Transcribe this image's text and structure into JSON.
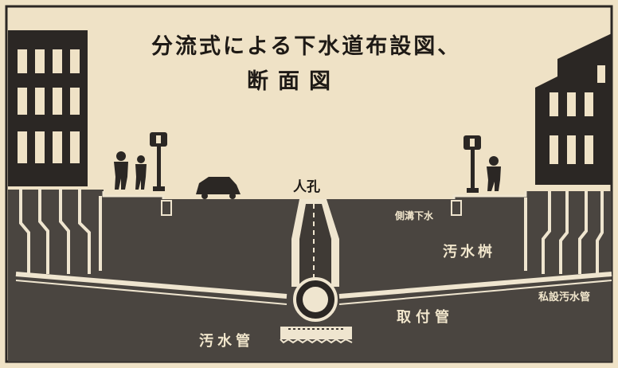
{
  "diagram": {
    "title": "分流式による下水道布設図、",
    "subtitle": "断面図",
    "labels": {
      "manhole": "人孔",
      "side_gutter": "側溝下水",
      "catch_basin": "汚水桝",
      "connection_pipe": "取付管",
      "house_drain": "私設汚水管",
      "sewer_main": "汚水管"
    }
  },
  "colors": {
    "paper": "#efe2c6",
    "ink": "#2b2724",
    "ground": "#4a4540",
    "pipe": "#efe5cf"
  }
}
